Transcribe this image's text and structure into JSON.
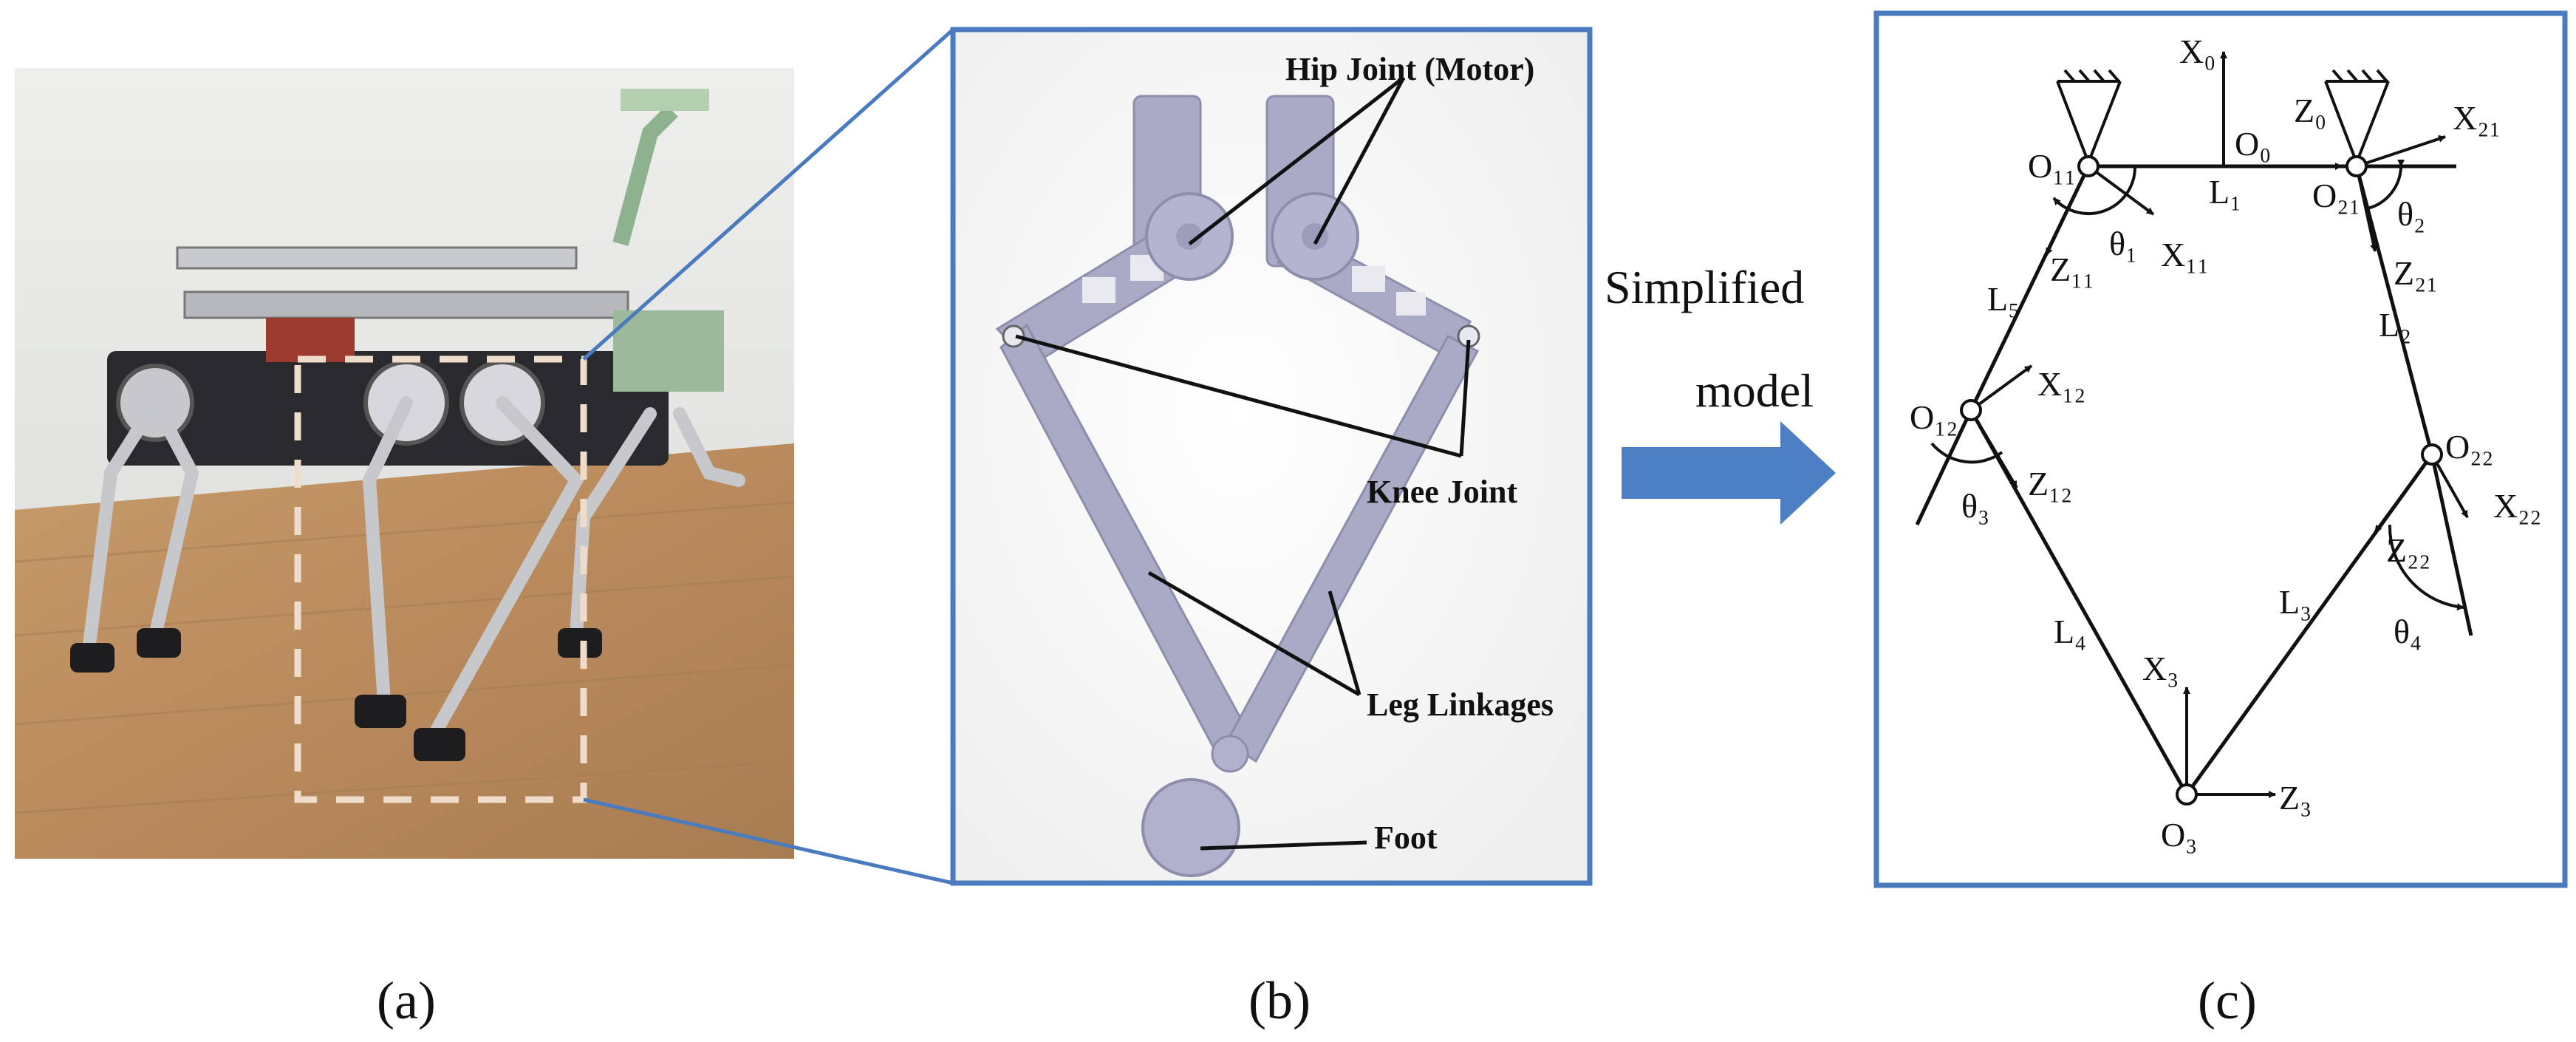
{
  "colors": {
    "frame_blue": "#4a7bbf",
    "arrow_blue": "#4d7fc4",
    "link_gray": "#a9aac6",
    "highlight_box": "#f0dccb",
    "ink": "#111111"
  },
  "panels": {
    "a": {
      "caption": "(a)"
    },
    "b": {
      "caption": "(b)",
      "labels": {
        "hip_joint": "Hip Joint (Motor)",
        "knee_joint": "Knee Joint",
        "leg_linkages": "Leg Linkages",
        "foot": "Foot"
      }
    },
    "c": {
      "caption": "(c)",
      "labels": {
        "x0": "X₀",
        "o0": "O₀",
        "z0": "Z₀",
        "x21": "X₂₁",
        "o11": "O₁₁",
        "l1": "L₁",
        "o21": "O₂₁",
        "theta1": "θ₁",
        "x11": "X₁₁",
        "theta2": "θ₂",
        "z11": "Z₁₁",
        "z21": "Z₂₁",
        "l5": "L₅",
        "l2": "L₂",
        "x12": "X₁₂",
        "o12": "O₁₂",
        "o22": "O₂₂",
        "x22": "X₂₂",
        "z12": "Z₁₂",
        "theta3": "θ₃",
        "z22": "Z₂₂",
        "l3": "L₃",
        "l4": "L₄",
        "theta4": "θ₄",
        "x3": "X₃",
        "z3": "Z₃",
        "o3": "O₃"
      }
    }
  },
  "arrow_label": {
    "line1": "Simplified",
    "line2": "model"
  }
}
